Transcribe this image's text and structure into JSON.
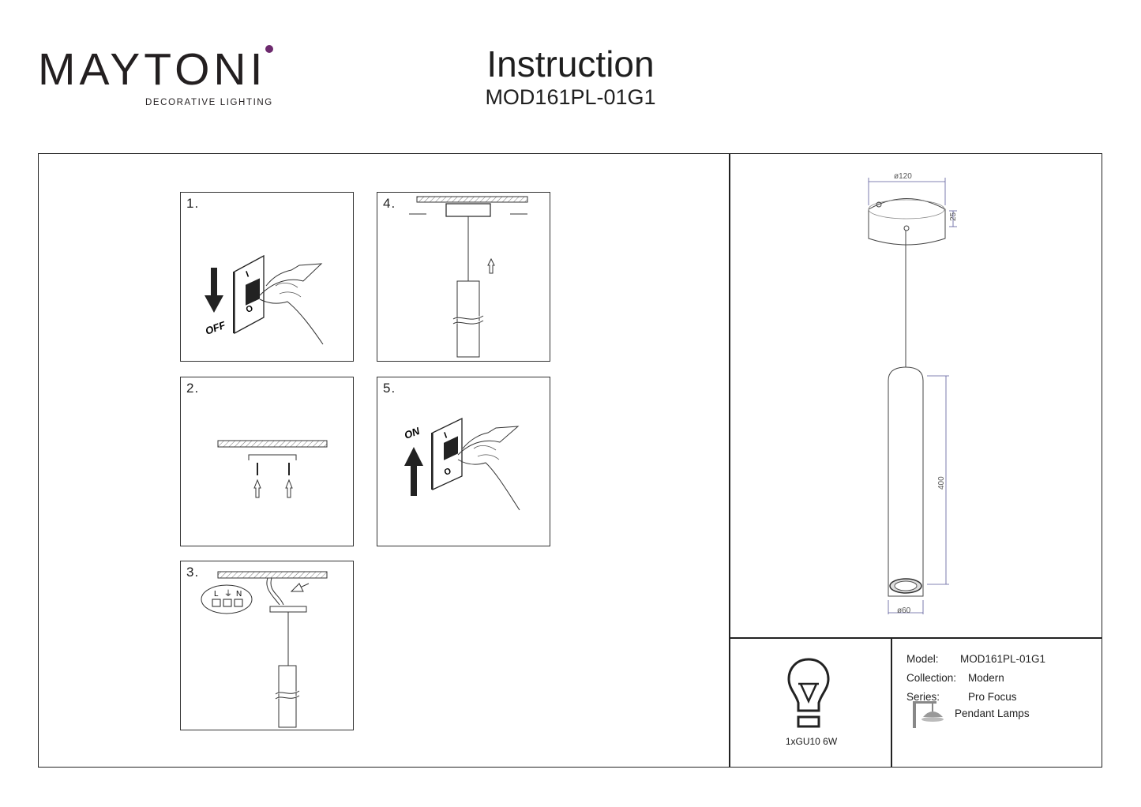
{
  "brand": {
    "name_left": "MAYTON",
    "name_last": "I",
    "tagline": "DECORATIVE LIGHTING",
    "accent_color": "#6d2a6e"
  },
  "header": {
    "title": "Instruction",
    "model_code": "MOD161PL-01G1"
  },
  "steps": [
    {
      "number": "1.",
      "label": "OFF",
      "switch_on": "I",
      "switch_off": "O"
    },
    {
      "number": "2."
    },
    {
      "number": "3.",
      "terminals": [
        "L",
        "⏚",
        "N"
      ]
    },
    {
      "number": "4."
    },
    {
      "number": "5.",
      "label": "ON",
      "switch_on": "I",
      "switch_off": "O"
    }
  ],
  "dimensions": {
    "canopy_diameter": "ø120",
    "canopy_height": "25",
    "body_length": "400",
    "body_diameter": "ø60"
  },
  "bulb": {
    "icon": "bulb-icon",
    "label": "1xGU10 6W"
  },
  "specs": {
    "model_label": "Model:",
    "model_value": "MOD161PL-01G1",
    "collection_label": "Collection:",
    "collection_value": "Modern",
    "series_label": "Series:",
    "series_value": "Pro Focus",
    "type_icon": "pendant-lamp-icon",
    "type_value": "Pendant Lamps"
  }
}
